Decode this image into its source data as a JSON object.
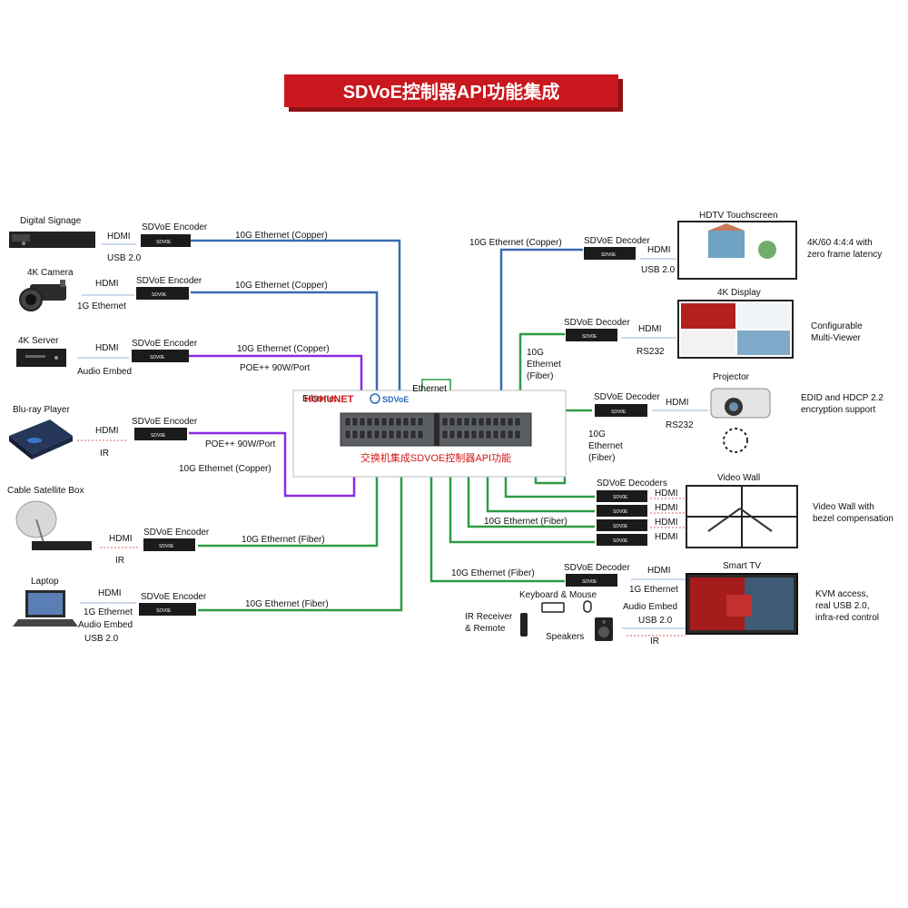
{
  "title": "SDVoE控制器API功能集成",
  "colors": {
    "banner": "#c8181e",
    "copper": "#3a6ab0",
    "poe": "#8a2be2",
    "fiber": "#2e9b45",
    "red_text": "#d01818",
    "box": "#1b1b1b",
    "dash": "#e06060"
  },
  "switch": {
    "brand_hohunet": "HOHUNET",
    "brand_sdvoe": "SDVoE",
    "caption": "交换机集成SDVOE控制器API功能",
    "top_label": "Ethernet"
  },
  "box_label": "SDV0E",
  "sources": [
    {
      "device": "Digital Signage",
      "top_port": "HDMI",
      "bottom_port": "USB 2.0",
      "box": "SDVoE Encoder",
      "link": "10G Ethernet (Copper)"
    },
    {
      "device": "4K Camera",
      "top_port": "HDMI",
      "bottom_port": "1G Ethernet",
      "box": "SDVoE Encoder",
      "link": "10G Ethernet (Copper)"
    },
    {
      "device": "4K Server",
      "top_port": "HDMI",
      "bottom_port": "Audio Embed",
      "box": "SDVoE Encoder",
      "link": "10G Ethernet (Copper)",
      "link2": "POE++ 90W/Port"
    },
    {
      "device": "Blu-ray Player",
      "top_port": "HDMI",
      "bottom_port": "IR",
      "box": "SDVoE Encoder",
      "link": "POE++ 90W/Port",
      "link2": "10G Ethernet (Copper)"
    },
    {
      "device": "Cable Satellite Box",
      "top_port": "HDMI",
      "bottom_port": "IR",
      "box": "SDVoE Encoder",
      "link": "10G Ethernet (Fiber)"
    },
    {
      "device": "Laptop",
      "top_port": "HDMI",
      "bottom_port": "1G Ethernet",
      "bottom_port2": "Audio Embed",
      "bottom_port3": "USB 2.0",
      "box": "SDVoE Encoder",
      "link": "10G Ethernet (Fiber)"
    }
  ],
  "sinks": [
    {
      "device": "HDTV Touchscreen",
      "box": "SDVoE Decoder",
      "top_port": "HDMI",
      "bottom_port": "USB 2.0",
      "link": "10G Ethernet (Copper)",
      "note1": "4K/60 4:4:4 with",
      "note2": "zero frame latency"
    },
    {
      "device": "4K Display",
      "box": "SDVoE Decoder",
      "top_port": "HDMI",
      "bottom_port": "RS232",
      "link": "10G",
      "link_b": "Ethernet",
      "link_c": "(Fiber)",
      "note1": "Configurable",
      "note2": "Multi-Viewer"
    },
    {
      "device": "Projector",
      "box": "SDVoE Decoder",
      "top_port": "HDMI",
      "bottom_port": "RS232",
      "link": "10G",
      "link_b": "Ethernet",
      "link_c": "(Fiber)",
      "note1": "EDID and HDCP 2.2",
      "note2": "encryption support"
    },
    {
      "device": "Video Wall",
      "box": "SDVoE Decoders",
      "ports": [
        "HDMI",
        "HDMI",
        "HDMI",
        "HDMI"
      ],
      "link": "10G Ethernet (Fiber)",
      "note1": "Video Wall with",
      "note2": "bezel compensation"
    },
    {
      "device": "Smart TV",
      "box": "SDVoE Decoder",
      "top_port": "HDMI",
      "ports": [
        "1G Ethernet",
        "Audio Embed",
        "USB 2.0",
        "IR"
      ],
      "link": "10G Ethernet (Fiber)",
      "note1": "KVM access,",
      "note2": "real USB 2.0,",
      "note3": "infra-red control",
      "peripherals": {
        "keyboard": "Keyboard & Mouse",
        "ir1": "IR Receiver",
        "ir2": "& Remote",
        "speakers": "Speakers"
      }
    }
  ]
}
